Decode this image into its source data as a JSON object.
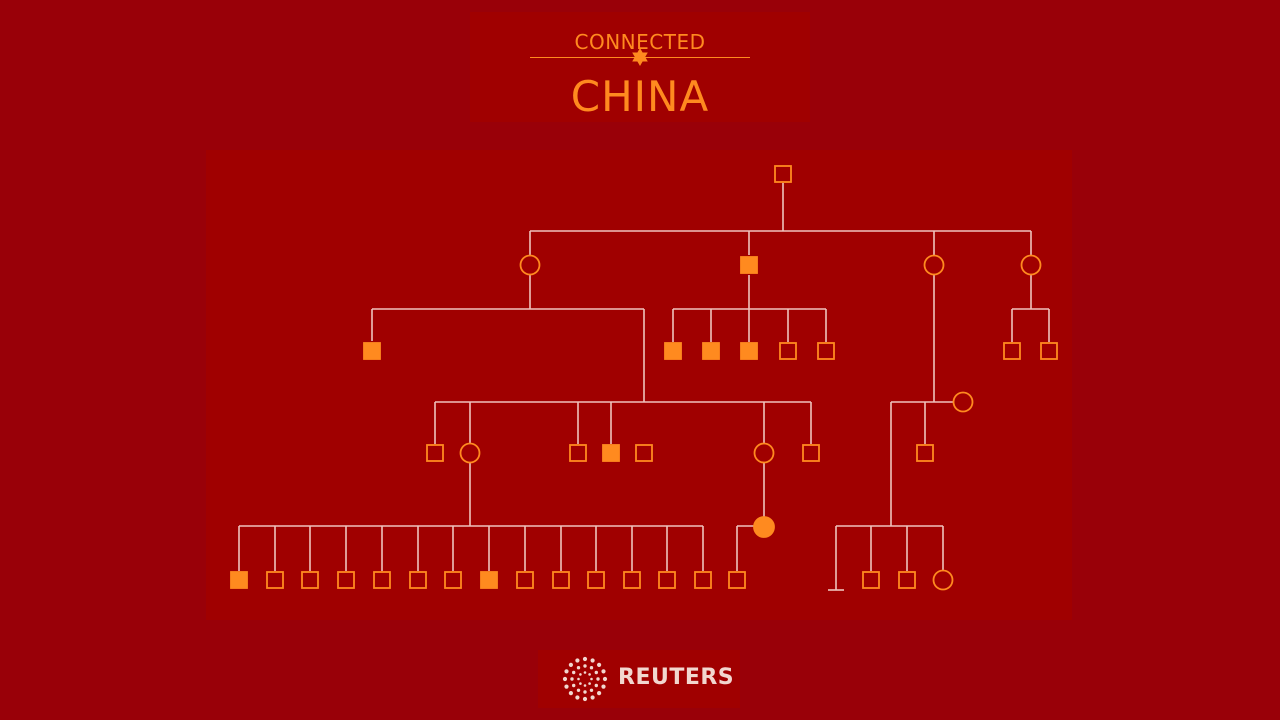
{
  "header": {
    "kicker": "CONNECTED",
    "title": "CHINA"
  },
  "footer": {
    "brand": "REUTERS"
  },
  "colors": {
    "background": "#990008",
    "panel": "#a00000",
    "accent": "#ff8a1f",
    "line": "#efc3bd"
  },
  "icons": {
    "divider": "star-icon",
    "brand": "reuters-logo-icon"
  }
}
